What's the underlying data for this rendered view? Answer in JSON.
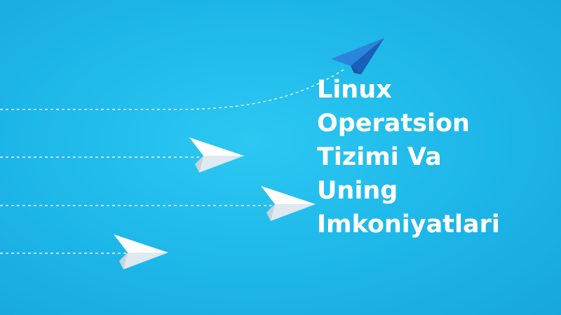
{
  "headline": {
    "lines": [
      "Linux",
      "Operatsion",
      "Tizimi Va",
      "Uning",
      "Imkoniyatlari"
    ]
  },
  "colors": {
    "background": "#1db6e8",
    "text": "#ffffff",
    "plane_white": "#ffffff",
    "plane_blue": "#1f6fc9"
  },
  "icons": {
    "lead_plane": "paper-plane-icon",
    "follower_planes": "paper-plane-icon"
  }
}
